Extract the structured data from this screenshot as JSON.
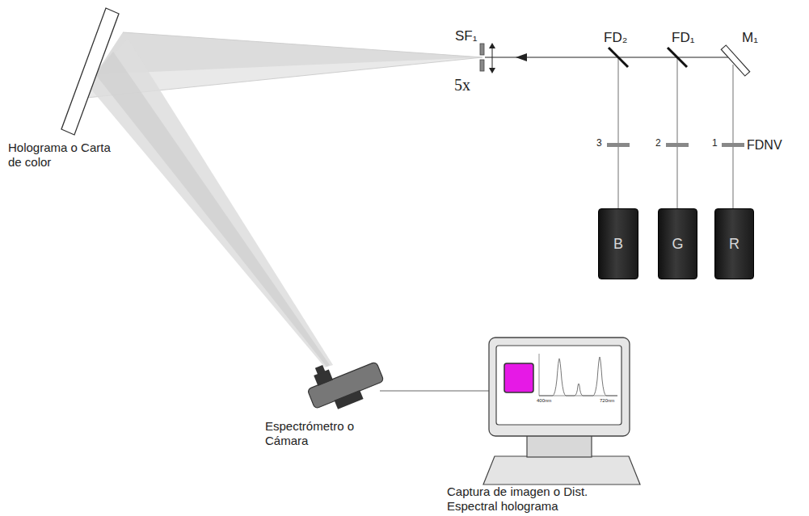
{
  "diagram": {
    "nodes": [
      {
        "text": [
          "B"
        ]
      },
      {
        "text": [
          "G"
        ]
      },
      {
        "text": [
          "R"
        ]
      }
    ],
    "labels": [
      "Holograma o Carta de color",
      "SF₁",
      "5x",
      "FD₂",
      "FD₁",
      "M₁",
      "3",
      "2",
      "1",
      "FDNV",
      "Espectrómetro o Cámara",
      "400nm",
      "720nm",
      "Captura de imagen o Dist. Espectral holograma"
    ]
  }
}
